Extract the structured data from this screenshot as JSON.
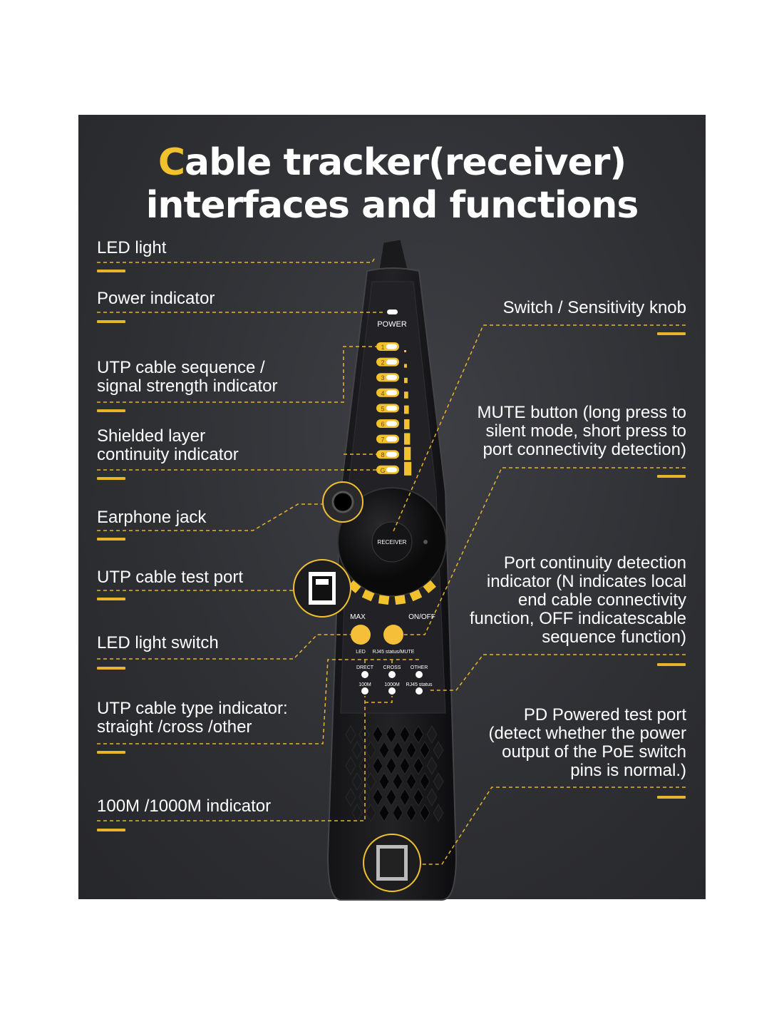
{
  "title": {
    "first_letter": "C",
    "line1_rest": "able tracker(receiver)",
    "line2": "interfaces and functions"
  },
  "left_labels": [
    {
      "id": "led-light",
      "lines": [
        "LED light"
      ]
    },
    {
      "id": "power-indicator",
      "lines": [
        "Power indicator"
      ]
    },
    {
      "id": "utp-sequence",
      "lines": [
        "UTP cable sequence /",
        "signal strength indicator"
      ]
    },
    {
      "id": "shielded-layer",
      "lines": [
        "Shielded layer",
        "continuity indicator"
      ]
    },
    {
      "id": "earphone-jack",
      "lines": [
        "Earphone jack"
      ]
    },
    {
      "id": "utp-test-port",
      "lines": [
        "UTP cable test port"
      ]
    },
    {
      "id": "led-light-switch",
      "lines": [
        "LED light switch"
      ]
    },
    {
      "id": "utp-type",
      "lines": [
        "UTP cable type indicator:",
        "straight /cross /other"
      ]
    },
    {
      "id": "speed-indicator",
      "lines": [
        "100M /1000M indicator"
      ]
    }
  ],
  "right_labels": [
    {
      "id": "switch-knob",
      "lines": [
        "Switch / Sensitivity knob"
      ]
    },
    {
      "id": "mute-button",
      "lines": [
        "MUTE button (long press to",
        "silent mode, short press to",
        "port connectivity detection)"
      ]
    },
    {
      "id": "port-continuity",
      "lines": [
        "Port continuity detection",
        "indicator (N indicates local",
        "end cable connectivity",
        "function, OFF indicatescable",
        "sequence function)"
      ]
    },
    {
      "id": "pd-port",
      "lines": [
        "PD Powered test port",
        "(detect whether the power",
        "output of the PoE switch",
        "pins is normal.)"
      ]
    }
  ],
  "device": {
    "power": "POWER",
    "leds": [
      "1",
      "2",
      "3",
      "4",
      "5",
      "6",
      "7",
      "8",
      "G"
    ],
    "knob": "RECEIVER",
    "max": "MAX",
    "onoff": "ON/OFF",
    "btn_led": "LED",
    "btn_mute": "RJ45 status/MUTE",
    "row1": [
      "DRECT",
      "CROSS",
      "OTHER"
    ],
    "row2": [
      "100M",
      "1000M",
      "RJ45 status"
    ]
  },
  "colors": {
    "accent": "#f2c12e",
    "panel": "#2f3034"
  }
}
